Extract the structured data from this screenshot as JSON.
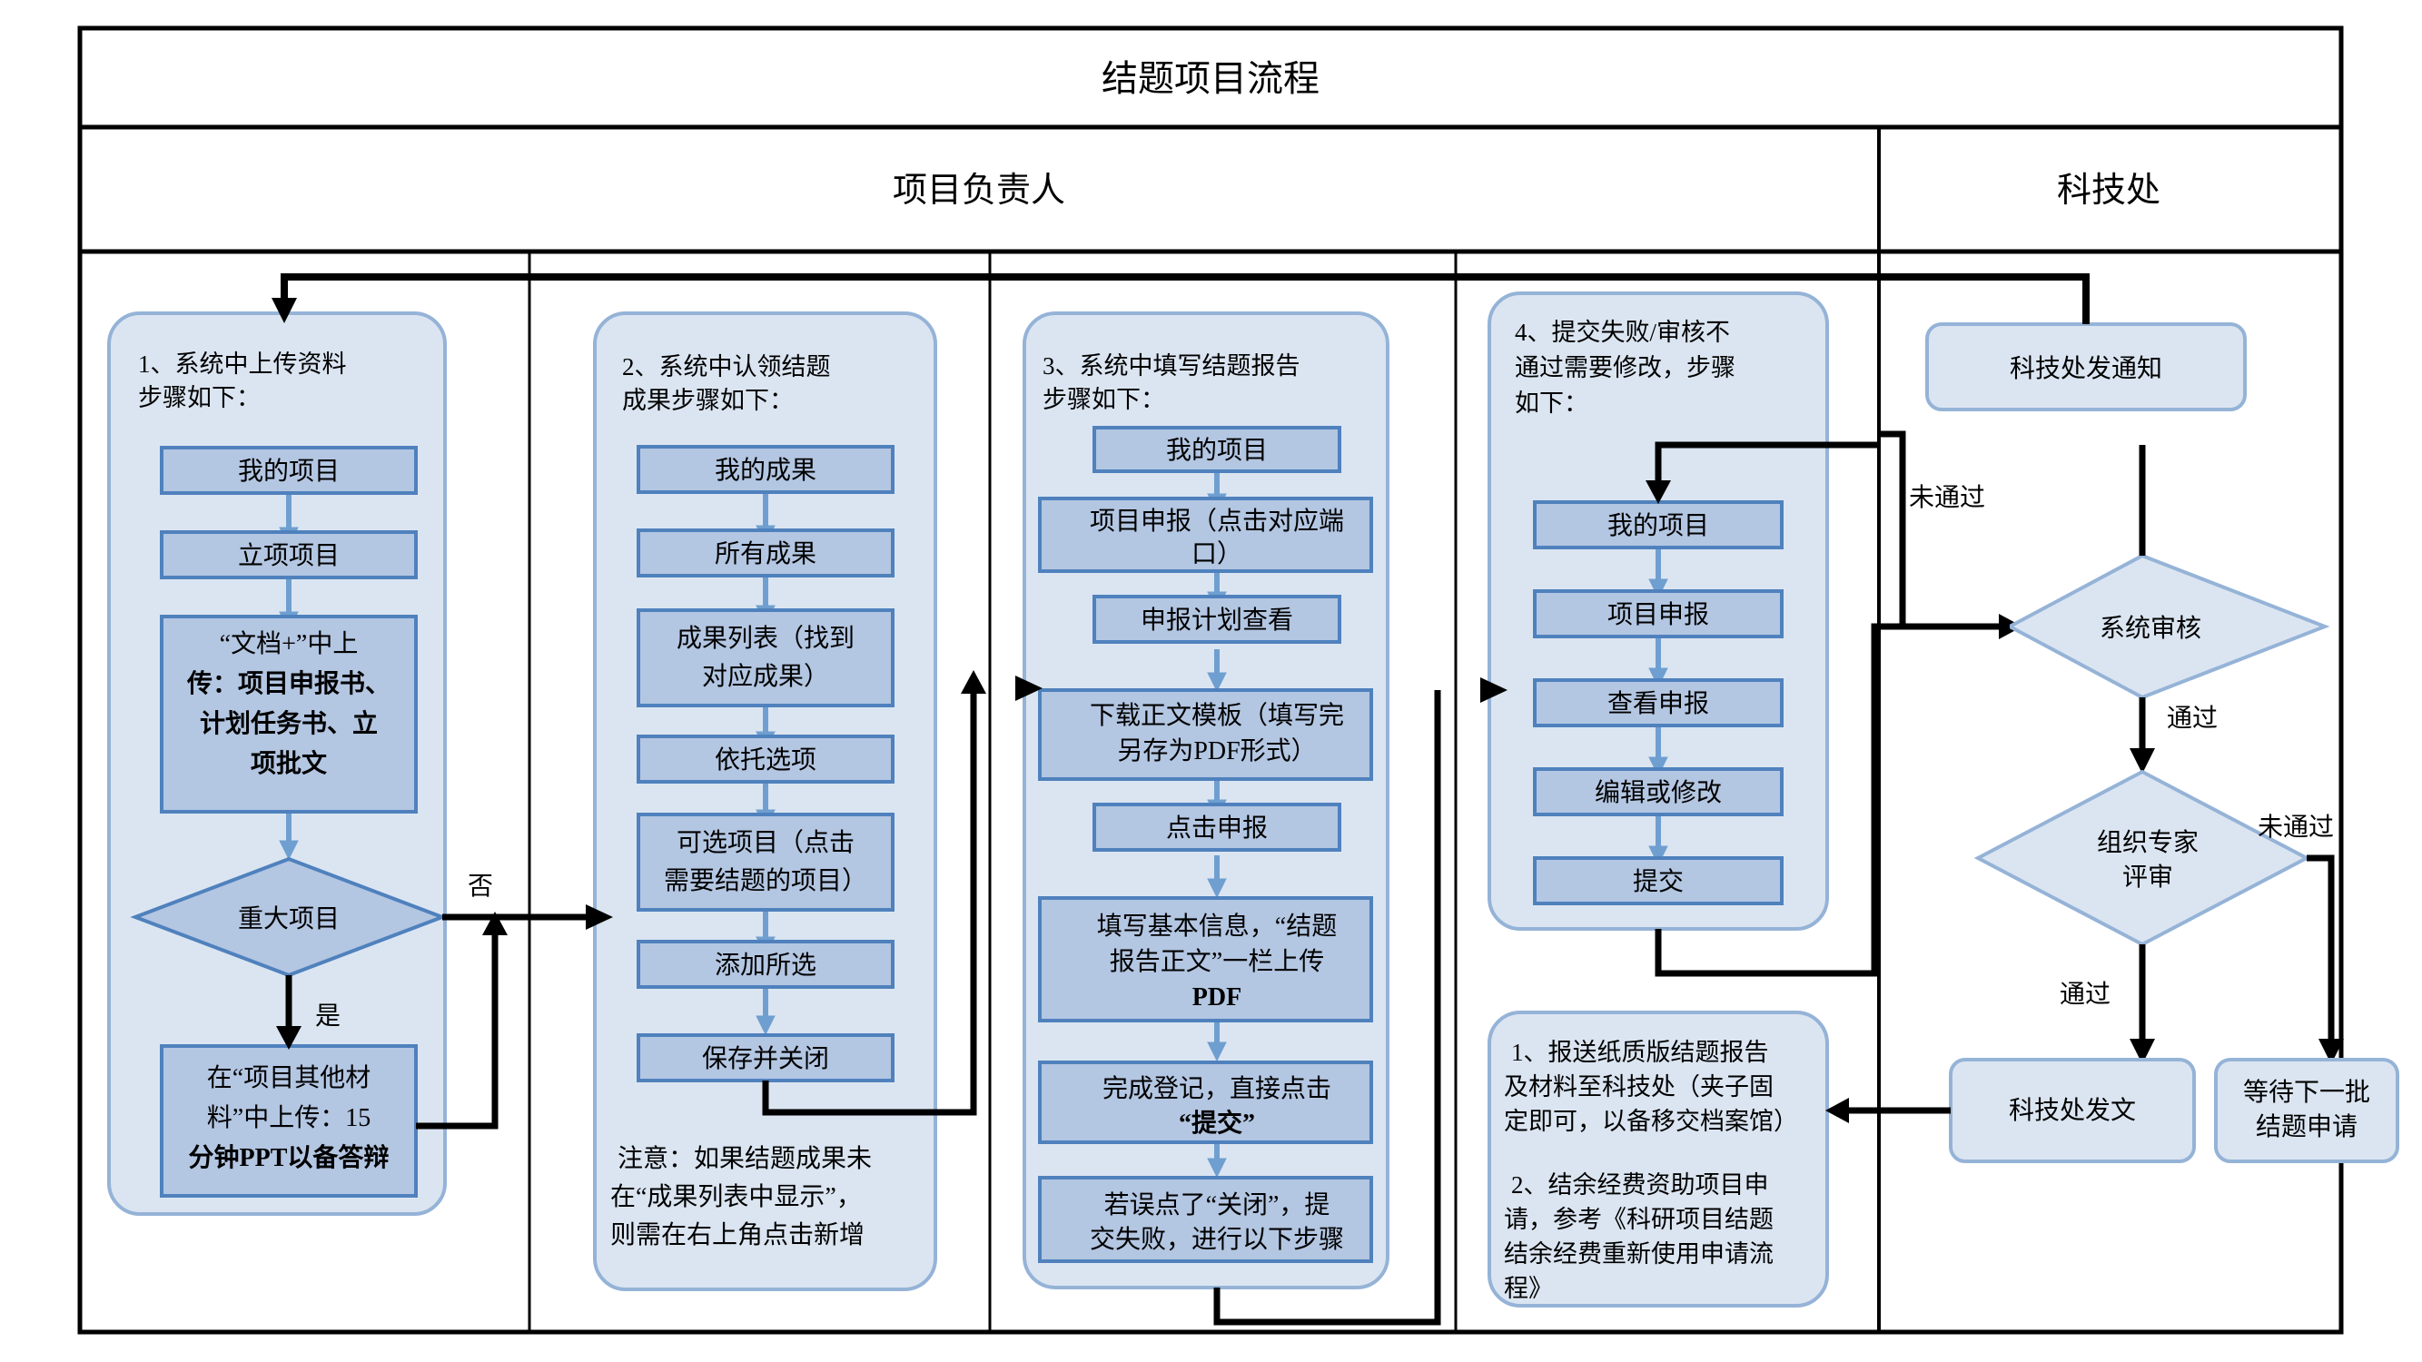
{
  "title": "结题项目流程",
  "lanes": [
    {
      "name": "项目负责人"
    },
    {
      "name": "科技处"
    }
  ],
  "colors": {
    "frame_border": "#000000",
    "group_fill": "#dbe5f1",
    "group_border": "#95b3d7",
    "box_fill": "#b3c6e2",
    "box_border": "#4f81bd",
    "arrow_blue": "#6f9fd0",
    "arrow_black": "#000000",
    "text": "#000000"
  },
  "groups": [
    {
      "id": "group-1",
      "heading": "1、系统中上传资料步骤如下：",
      "steps": [
        {
          "text": "我的项目"
        },
        {
          "text": "立项项目"
        },
        {
          "text": "“文档+”中上传：项目申报书、计划任务书、立项批文",
          "bold_part": "项目申报书、计划任务书、立项批文"
        }
      ],
      "decision": "重大项目",
      "decision_yes_label": "是",
      "decision_no_label": "否",
      "yes_step": "在“项目其他材料”中上传：15分钟PPT以备答辩"
    },
    {
      "id": "group-2",
      "heading": "2、系统中认领结题成果步骤如下：",
      "steps": [
        {
          "text": "我的成果"
        },
        {
          "text": "所有成果"
        },
        {
          "text": "成果列表（找到对应成果）"
        },
        {
          "text": "依托选项"
        },
        {
          "text": "可选项目（点击需要结题的项目）"
        },
        {
          "text": "添加所选"
        },
        {
          "text": "保存并关闭"
        }
      ],
      "note": "注意：如果结题成果未在“成果列表中显示”，则需在右上角点击新增"
    },
    {
      "id": "group-3",
      "heading": "3、系统中填写结题报告步骤如下：",
      "steps": [
        {
          "text": "我的项目"
        },
        {
          "text": "项目申报（点击对应端口）"
        },
        {
          "text": "申报计划查看"
        },
        {
          "text": "下载正文模板（填写完另存为PDF形式）"
        },
        {
          "text": "点击申报"
        },
        {
          "text": "填写基本信息，“结题报告正文”一栏上传PDF"
        },
        {
          "text": "完成登记，直接点击“提交”"
        },
        {
          "text": "若误点了“关闭”，提交失败，进行以下步骤"
        }
      ]
    },
    {
      "id": "group-4",
      "heading": "4、提交失败/审核不通过需要修改，步骤如下：",
      "steps": [
        {
          "text": "我的项目"
        },
        {
          "text": "项目申报"
        },
        {
          "text": "查看申报"
        },
        {
          "text": "编辑或修改"
        },
        {
          "text": "提交"
        }
      ]
    }
  ],
  "final_notes": "1、报送纸质版结题报告及材料至科技处（夹子固定即可，以备移交档案馆）\n\n2、结余经费资助项目申请，参考《科研项目结题结余经费重新使用申请流程》",
  "final_notes_lines": [
    "1、报送纸质版结题报告",
    "及材料至科技处（夹子固",
    "定即可，以备移交档案馆）",
    "",
    "2、结余经费资助项目申",
    "请，参考《科研项目结题",
    "结余经费重新使用申请流",
    "程》"
  ],
  "right_lane": {
    "notice_box": "科技处发通知",
    "decision_system": "系统审核",
    "decision_expert_lines": [
      "组织专家",
      "评审"
    ],
    "outcome_pass": "科技处发文",
    "outcome_wait_lines": [
      "等待下一批",
      "结题申请"
    ],
    "labels": {
      "system_fail": "未通过",
      "system_pass": "通过",
      "expert_pass": "通过",
      "expert_fail": "未通过"
    }
  }
}
